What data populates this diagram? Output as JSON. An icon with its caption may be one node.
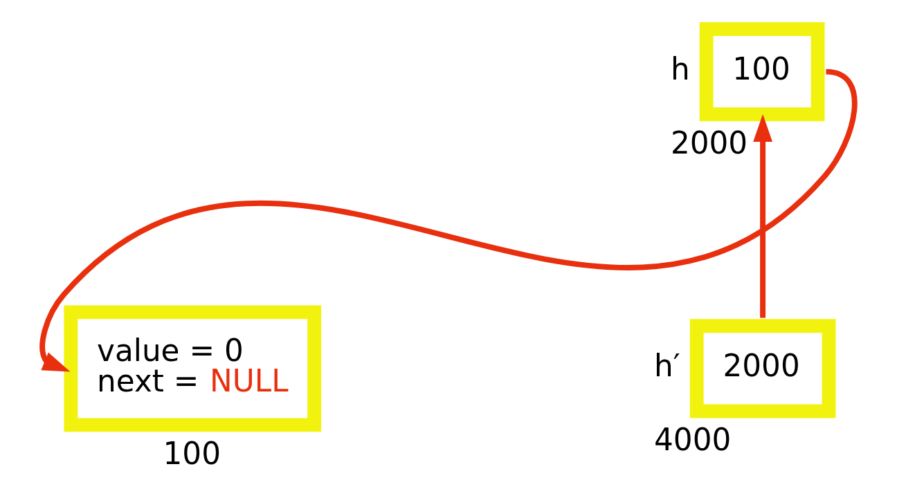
{
  "diagram": {
    "nodes": [
      {
        "text": [
          "100"
        ],
        "beside": [
          "h",
          "2000"
        ]
      },
      {
        "text": [
          "2000"
        ],
        "beside": [
          "h′",
          "4000"
        ]
      },
      {
        "text": [
          "value = 0",
          "next = NULL"
        ],
        "beside": [
          "100"
        ]
      }
    ],
    "edges": [
      {
        "from": 0,
        "to": 2,
        "arrow": "to"
      },
      {
        "from": 1,
        "to": 0,
        "arrow": "to"
      }
    ]
  }
}
